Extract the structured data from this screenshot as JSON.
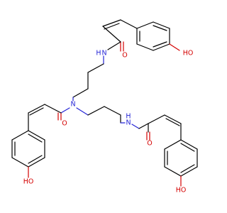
{
  "colors": {
    "bond": "#000000",
    "oxygen": "#d40000",
    "nitrogen": "#2424d6"
  },
  "labels": {
    "n_top": "N",
    "h_top": "H",
    "o_top": "O",
    "oh_top": "HO",
    "n_center": "N",
    "o_left": "O",
    "oh_left": "HO",
    "n_right": "N",
    "h_right": "H",
    "o_right": "O",
    "oh_right": "HO"
  }
}
